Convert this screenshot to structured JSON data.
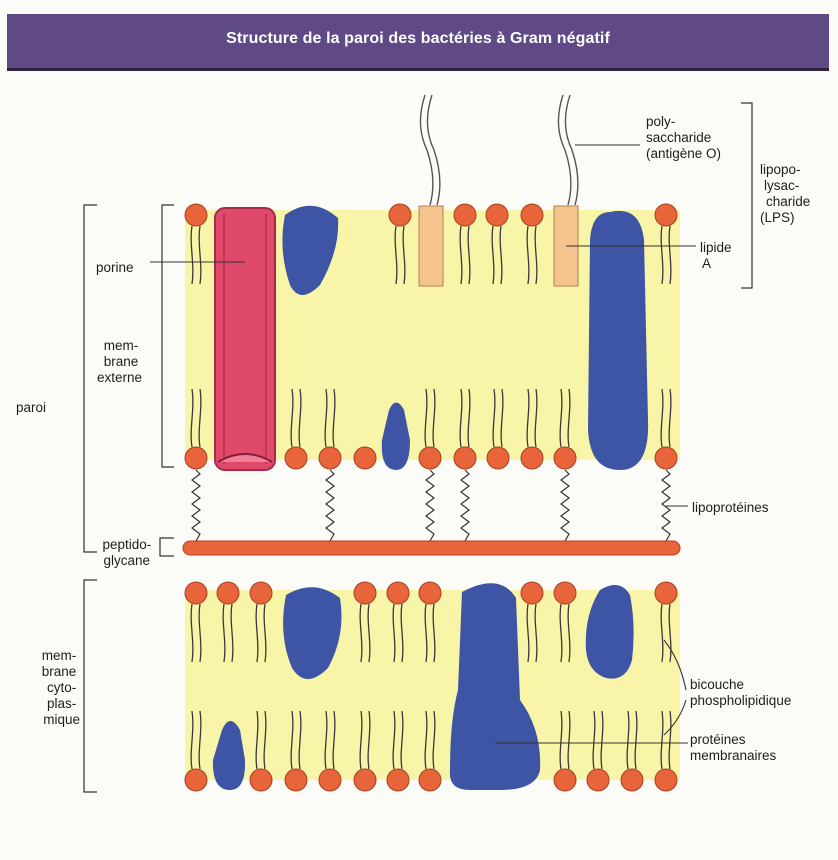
{
  "title": "Structure de la paroi des bactéries à Gram négatif",
  "labels": {
    "paroi": "paroi",
    "porine": "porine",
    "membrane_externe": [
      "mem-",
      "brane",
      "externe"
    ],
    "peptidoglycane": [
      "peptido-",
      "glycane"
    ],
    "membrane_cytoplasmique": [
      "mem-",
      "brane",
      "cyto-",
      "plas-",
      "mique"
    ],
    "polysaccharide": [
      "poly-",
      "saccharide",
      "(antigène O)"
    ],
    "lipopolysaccharide": [
      "lipopo-",
      "lysac-",
      "charide",
      "(LPS)"
    ],
    "lipide_a": [
      "lipide",
      "A"
    ],
    "lipoproteines": "lipoprotéines",
    "bicouche": [
      "bicouche",
      "phospholipidique"
    ],
    "proteines": [
      "protéines",
      "membranaires"
    ]
  },
  "colors": {
    "header": "#5f4a85",
    "bilayer": "#f8f4a8",
    "lipid_head": "#e8643a",
    "protein": "#3d55a4",
    "porin": "#e04a6a",
    "lipid_a": "#f5c48e",
    "peptidoglycan": "#e8643a"
  }
}
